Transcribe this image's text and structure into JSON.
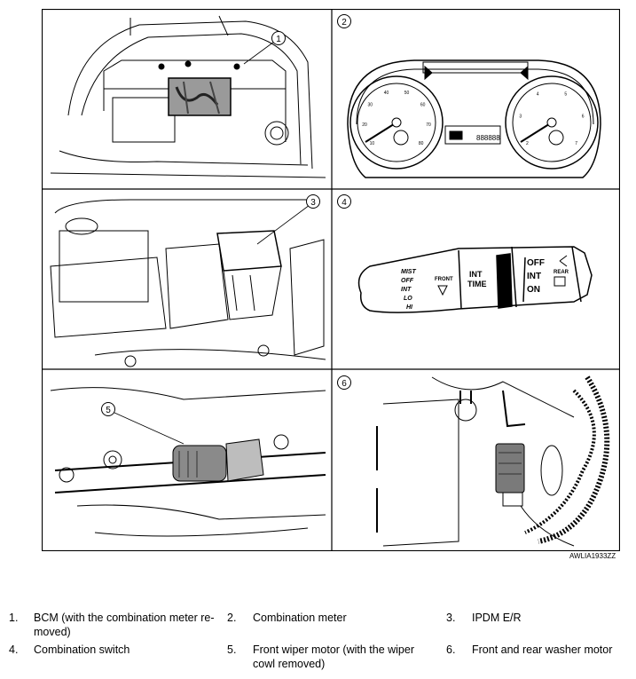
{
  "panels": [
    {
      "number": "1"
    },
    {
      "number": "2"
    },
    {
      "number": "3"
    },
    {
      "number": "4"
    },
    {
      "number": "5"
    },
    {
      "number": "6"
    }
  ],
  "switch_labels": {
    "mist": "MIST",
    "off_left": "OFF",
    "int_left": "INT",
    "lo": "LO",
    "hi": "HI",
    "front": "FRONT",
    "int_time_1": "INT",
    "int_time_2": "TIME",
    "off_right": "OFF",
    "int_right": "INT",
    "on": "ON",
    "rear": "REAR"
  },
  "meter_labels": {
    "left_scale": [
      "10",
      "20",
      "30",
      "40",
      "50",
      "60",
      "70",
      "80"
    ],
    "right_scale": [
      "2",
      "3",
      "4",
      "5",
      "6",
      "7"
    ],
    "odo": "888888"
  },
  "figure_code": "AWLIA1933ZZ",
  "legend": [
    {
      "num": "1.",
      "text": "BCM (with the combination meter re-",
      "text2": "moved)"
    },
    {
      "num": "2.",
      "text": "Combination meter",
      "text2": ""
    },
    {
      "num": "3.",
      "text": "IPDM E/R",
      "text2": ""
    },
    {
      "num": "4.",
      "text": "Combination switch",
      "text2": ""
    },
    {
      "num": "5.",
      "text": "Front wiper motor (with the wiper",
      "text2": "cowl removed)"
    },
    {
      "num": "6.",
      "text": "Front and rear washer motor",
      "text2": ""
    }
  ]
}
